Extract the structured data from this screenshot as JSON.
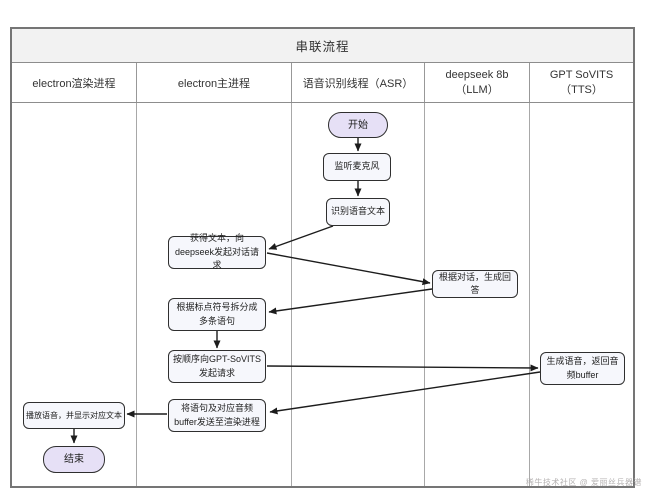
{
  "diagram": {
    "title": "串联流程",
    "type": "swimlane-flowchart"
  },
  "lanes": [
    {
      "label": "electron渲染进程"
    },
    {
      "label": "electron主进程"
    },
    {
      "label": "语音识别线程（ASR）"
    },
    {
      "label": "deepseek 8b（LLM）"
    },
    {
      "label": "GPT SoVITS（TTS）"
    }
  ],
  "nodes": {
    "start": {
      "label": "开始",
      "shape": "terminator",
      "lane": "语音识别线程（ASR）"
    },
    "listen_mic": {
      "label": "监听麦克风",
      "shape": "process",
      "lane": "语音识别线程（ASR）"
    },
    "recognize_text": {
      "label": "识别语音文本",
      "shape": "process",
      "lane": "语音识别线程（ASR）"
    },
    "request_deepseek": {
      "label": "获得文本，向deepseek发起对话请求",
      "shape": "process",
      "lane": "electron主进程"
    },
    "generate_answer": {
      "label": "根据对话，生成回答",
      "shape": "process",
      "lane": "deepseek 8b（LLM）"
    },
    "split_sentences": {
      "label": "根据标点符号拆分成多条语句",
      "shape": "process",
      "lane": "electron主进程"
    },
    "request_tts": {
      "label": "按顺序向GPT-SoVITS发起请求",
      "shape": "process",
      "lane": "electron主进程"
    },
    "generate_audio": {
      "label": "生成语音，返回音频buffer",
      "shape": "process",
      "lane": "GPT SoVITS（TTS）"
    },
    "send_to_renderer": {
      "label": "将语句及对应音频buffer发送至渲染进程",
      "shape": "process",
      "lane": "electron主进程"
    },
    "play_audio": {
      "label": "播放语音，并显示对应文本",
      "shape": "process",
      "lane": "electron渲染进程"
    },
    "end": {
      "label": "结束",
      "shape": "terminator",
      "lane": "electron渲染进程"
    }
  },
  "edges": [
    {
      "from": "start",
      "to": "listen_mic"
    },
    {
      "from": "listen_mic",
      "to": "recognize_text"
    },
    {
      "from": "recognize_text",
      "to": "request_deepseek"
    },
    {
      "from": "request_deepseek",
      "to": "generate_answer"
    },
    {
      "from": "generate_answer",
      "to": "split_sentences"
    },
    {
      "from": "split_sentences",
      "to": "request_tts"
    },
    {
      "from": "request_tts",
      "to": "generate_audio"
    },
    {
      "from": "generate_audio",
      "to": "send_to_renderer"
    },
    {
      "from": "send_to_renderer",
      "to": "play_audio"
    },
    {
      "from": "play_audio",
      "to": "end"
    }
  ],
  "watermark": "稀牛技术社区 @ 爱丽丝兵器谱",
  "colors": {
    "terminator_fill": "#e6e0f6",
    "process_fill": "#f6f7fc",
    "node_border": "#2f2f2f",
    "title_row_bg": "#f2f2f2",
    "table_border": "#757575",
    "lane_divider": "#a8a8a8",
    "arrow": "#1c1c1c"
  }
}
